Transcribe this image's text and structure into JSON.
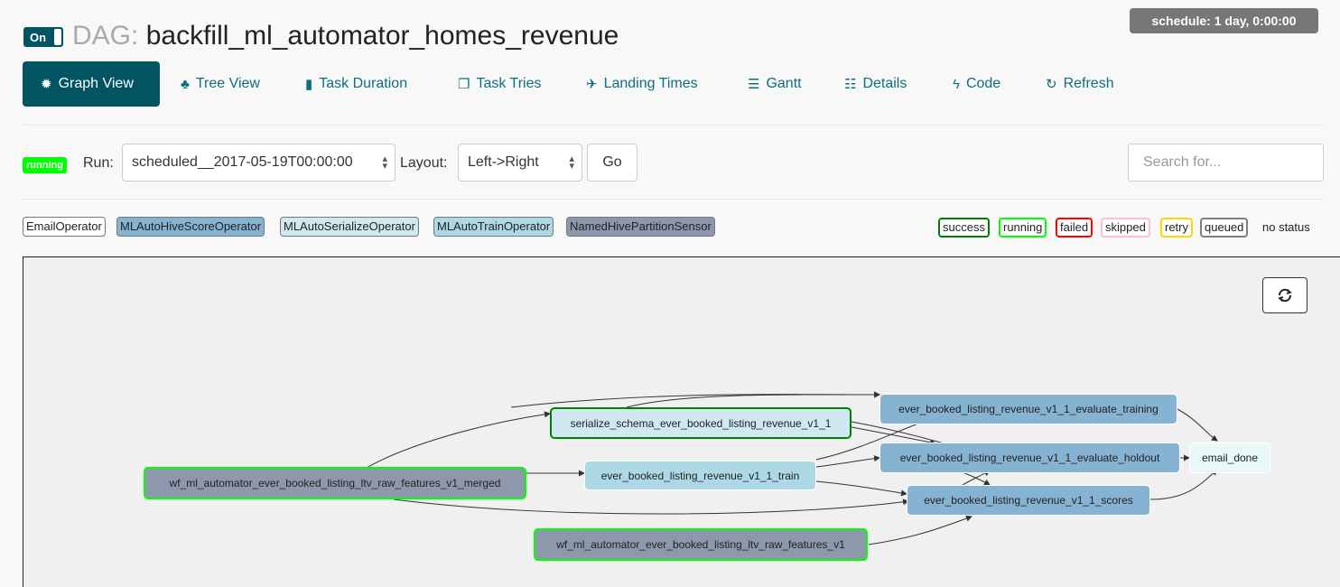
{
  "header": {
    "toggle_label": "On",
    "dag_prefix": "DAG:",
    "dag_name": "backfill_ml_automator_homes_revenue",
    "schedule": "schedule: 1 day, 0:00:00"
  },
  "nav": [
    {
      "label": "Graph View",
      "icon": "asterisk-icon",
      "glyph": "✹",
      "active": true
    },
    {
      "label": "Tree View",
      "icon": "tree-icon",
      "glyph": "♣",
      "active": false
    },
    {
      "label": "Task Duration",
      "icon": "bar-chart-icon",
      "glyph": "▮",
      "active": false
    },
    {
      "label": "Task Tries",
      "icon": "duplicate-icon",
      "glyph": "❐",
      "active": false
    },
    {
      "label": "Landing Times",
      "icon": "plane-icon",
      "glyph": "✈",
      "active": false
    },
    {
      "label": "Gantt",
      "icon": "align-left-icon",
      "glyph": "☰",
      "active": false
    },
    {
      "label": "Details",
      "icon": "list-icon",
      "glyph": "☷",
      "active": false
    },
    {
      "label": "Code",
      "icon": "flash-icon",
      "glyph": "ϟ",
      "active": false
    },
    {
      "label": "Refresh",
      "icon": "refresh-icon",
      "glyph": "↻",
      "active": false
    }
  ],
  "run_bar": {
    "state": "running",
    "state_color": "#00ff00",
    "run_label": "Run:",
    "run_value": "scheduled__2017-05-19T00:00:00",
    "layout_label": "Layout:",
    "layout_value": "Left->Right",
    "go_label": "Go",
    "search_placeholder": "Search for..."
  },
  "operators": [
    {
      "label": "EmailOperator",
      "color": "#ffffff"
    },
    {
      "label": "MLAutoHiveScoreOperator",
      "color": "#86b3d1"
    },
    {
      "label": "MLAutoSerializeOperator",
      "color": "#d0e8f0"
    },
    {
      "label": "MLAutoTrainOperator",
      "color": "#add8e6"
    },
    {
      "label": "NamedHivePartitionSensor",
      "color": "#8e98ad"
    }
  ],
  "states": [
    {
      "label": "success",
      "color": "#008000"
    },
    {
      "label": "running",
      "color": "#00ff00"
    },
    {
      "label": "failed",
      "color": "#ff0000"
    },
    {
      "label": "skipped",
      "color": "#ffc0cb"
    },
    {
      "label": "retry",
      "color": "#ffd700"
    },
    {
      "label": "queued",
      "color": "#808080"
    }
  ],
  "no_status_label": "no status",
  "graph": {
    "nodes": [
      {
        "id": "serialize",
        "label": "serialize_schema_ever_booked_listing_revenue_v1_1",
        "fill": "#d0e8f0",
        "border": "#008000"
      },
      {
        "id": "merged",
        "label": "wf_ml_automator_ever_booked_listing_ltv_raw_features_v1_merged",
        "fill": "#8e98ad",
        "border": "#00ff00"
      },
      {
        "id": "train",
        "label": "ever_booked_listing_revenue_v1_1_train",
        "fill": "#add8e6",
        "border": "#ffffff"
      },
      {
        "id": "eval_training",
        "label": "ever_booked_listing_revenue_v1_1_evaluate_training",
        "fill": "#86b3d1",
        "border": "#ffffff"
      },
      {
        "id": "eval_holdout",
        "label": "ever_booked_listing_revenue_v1_1_evaluate_holdout",
        "fill": "#86b3d1",
        "border": "#ffffff"
      },
      {
        "id": "scores",
        "label": "ever_booked_listing_revenue_v1_1_scores",
        "fill": "#86b3d1",
        "border": "#ffffff"
      },
      {
        "id": "email_done",
        "label": "email_done",
        "fill": "#e8f8f8",
        "border": "#ffffff"
      },
      {
        "id": "raw",
        "label": "wf_ml_automator_ever_booked_listing_ltv_raw_features_v1",
        "fill": "#8e98ad",
        "border": "#00ff00"
      }
    ]
  }
}
